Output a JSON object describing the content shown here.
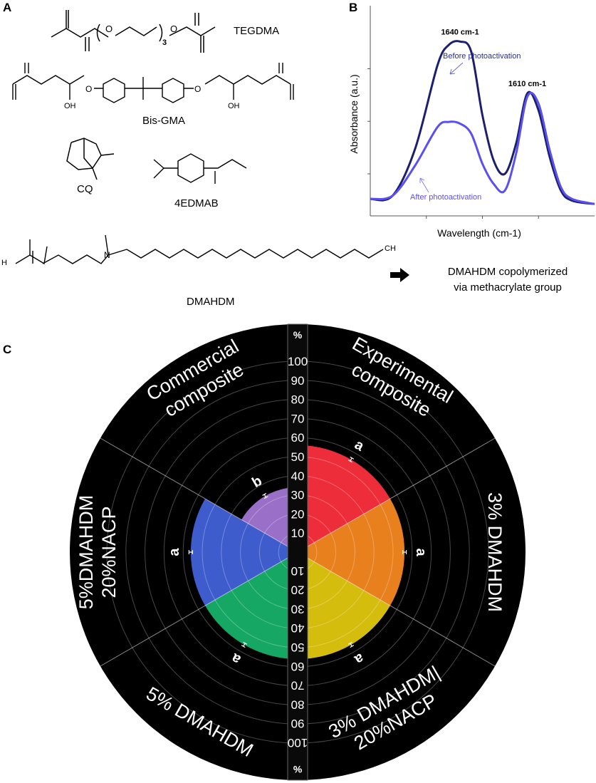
{
  "panels": {
    "a": "A",
    "b": "B",
    "c": "C"
  },
  "molecules": {
    "tegdma": "TEGDMA",
    "bisgma": "Bis-GMA",
    "cq": "CQ",
    "edmab": "4EDMAB",
    "dmahdm": "DMAHDM",
    "repeat_n": "3",
    "oh": "OH",
    "ch3": "CH",
    "h2c": "H",
    "n": "N",
    "o": "O"
  },
  "reaction": {
    "line1": "DMAHDM copolymerized",
    "line2": "via methacrylate group"
  },
  "chart_data": [
    {
      "type": "line",
      "panel": "B",
      "xlabel": "Wavelength (cm-1)",
      "ylabel": "Absorbance (a.u.)",
      "peaks": [
        {
          "label": "1640 cm-1",
          "x": 1640
        },
        {
          "label": "1610 cm-1",
          "x": 1610
        }
      ],
      "x": [
        1680,
        1670,
        1660,
        1650,
        1645,
        1640,
        1635,
        1630,
        1625,
        1620,
        1615,
        1610,
        1605,
        1600,
        1595,
        1590,
        1580
      ],
      "series": [
        {
          "name": "Before photoactivation",
          "color": "#1c1f6e",
          "values": [
            0.05,
            0.07,
            0.35,
            0.85,
            0.97,
            0.99,
            0.93,
            0.55,
            0.28,
            0.2,
            0.38,
            0.68,
            0.58,
            0.3,
            0.1,
            0.04,
            0.02
          ]
        },
        {
          "name": "After photoactivation",
          "color": "#5a4ff0",
          "values": [
            0.05,
            0.07,
            0.25,
            0.48,
            0.51,
            0.5,
            0.44,
            0.26,
            0.14,
            0.1,
            0.32,
            0.66,
            0.62,
            0.34,
            0.12,
            0.05,
            0.02
          ]
        }
      ]
    },
    {
      "type": "polar-bar",
      "panel": "C",
      "unit": "%",
      "rlim": [
        0,
        100
      ],
      "ticks": [
        "10",
        "20",
        "30",
        "40",
        "50",
        "60",
        "70",
        "80",
        "90",
        "100"
      ],
      "categories": [
        "Experimental composite",
        "3% DMAHDM",
        "3% DMAHDM| 20%NACP",
        "5% DMAHDM",
        "5%DMAHDM 20%NACP",
        "Commercial composite"
      ],
      "values": [
        56,
        56,
        56,
        56,
        56,
        34
      ],
      "letters": [
        "a",
        "a",
        "a",
        "a",
        "a",
        "b"
      ],
      "colors": [
        "#ee2d3a",
        "#e8801e",
        "#d5bd0d",
        "#16a765",
        "#3f5ccd",
        "#9a6fc7"
      ]
    }
  ]
}
